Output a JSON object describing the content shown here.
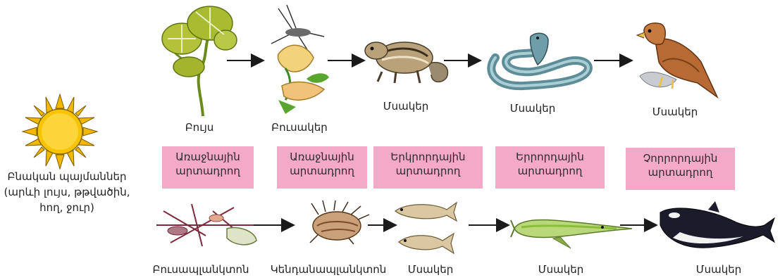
{
  "environment": {
    "line1": "Բնական պայմաններ",
    "line2": "(արևի լույս, թթվածին,",
    "line3": "հող, ջուր)"
  },
  "top_chain": {
    "plant_label": "Բույս",
    "herbivore_label": "Բուսակեր",
    "chipmunk_label": "Մսակեր",
    "snake_label": "Մսակեր",
    "eagle_label": "Մսակեր"
  },
  "levels": {
    "primary_1": {
      "line1": "Առաջնային",
      "line2": "արտադրող"
    },
    "primary_2": {
      "line1": "Առաջնային",
      "line2": "արտադրող"
    },
    "secondary": {
      "line1": "Երկրորդային",
      "line2": "արտադրող"
    },
    "tertiary": {
      "line1": "Երրորդային",
      "line2": "արտադրող"
    },
    "quaternary": {
      "line1": "Չորրորդային",
      "line2": "արտադրող"
    }
  },
  "bottom_chain": {
    "phytoplankton_label": "Բուսապլանկտոն",
    "zooplankton_label": "Կենդանապլանկտոն",
    "small_fish_label": "Մսակեր",
    "needlefish_label": "Մսակեր",
    "orca_label": "Մսակեր"
  },
  "colors": {
    "level_box": "#f4a9c8",
    "sun": "#f7c400",
    "arrow": "#1a1a1a"
  }
}
